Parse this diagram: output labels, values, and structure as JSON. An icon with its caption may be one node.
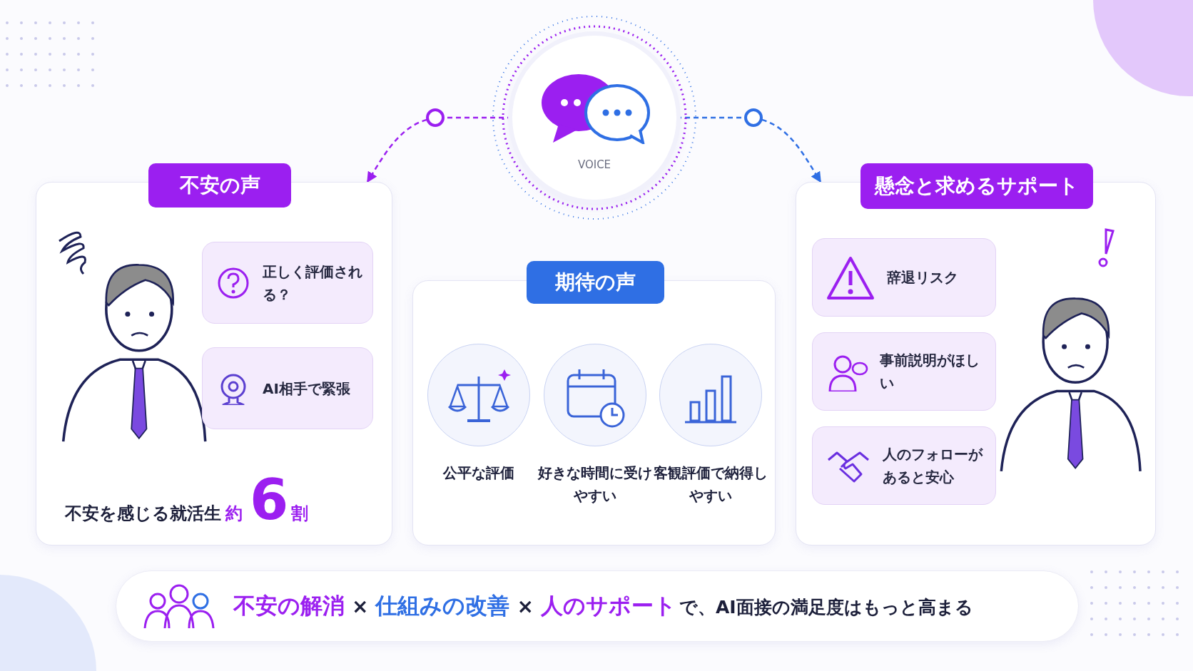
{
  "diagram": {
    "nodes": [
      {
        "text": [
          "VOICE"
        ]
      },
      {
        "text": [
          "不安の声",
          "不安を感じる就活生",
          "約",
          "6",
          "割"
        ]
      },
      {
        "text": [
          "正しく評価される？"
        ],
        "in": 1
      },
      {
        "text": [
          "AI相手で緊張"
        ],
        "in": 1
      },
      {
        "text": [
          "期待の声"
        ]
      },
      {
        "text": [
          "公平な評価"
        ],
        "in": 4
      },
      {
        "text": [
          "好きな時間に受けやすい"
        ],
        "in": 4
      },
      {
        "text": [
          "客観評価で納得しやすい"
        ],
        "in": 4
      },
      {
        "text": [
          "懸念と求めるサポート"
        ]
      },
      {
        "text": [
          "辞退リスク"
        ],
        "in": 8
      },
      {
        "text": [
          "事前説明がほしい"
        ],
        "in": 8
      },
      {
        "text": [
          "人のフォローがあると安心"
        ],
        "in": 8
      },
      {
        "text": [
          "不安の解消",
          "×",
          "仕組みの改善",
          "×",
          "人のサポート",
          "で、AI面接の満足度はもっと高まる"
        ]
      }
    ],
    "edges": [
      {
        "from": 0,
        "to": 1,
        "arrow": "to",
        "style": "dashed",
        "color": "#9b1ff0"
      },
      {
        "from": 0,
        "to": 8,
        "arrow": "to",
        "style": "dashed",
        "color": "#2f6fe4"
      }
    ]
  }
}
